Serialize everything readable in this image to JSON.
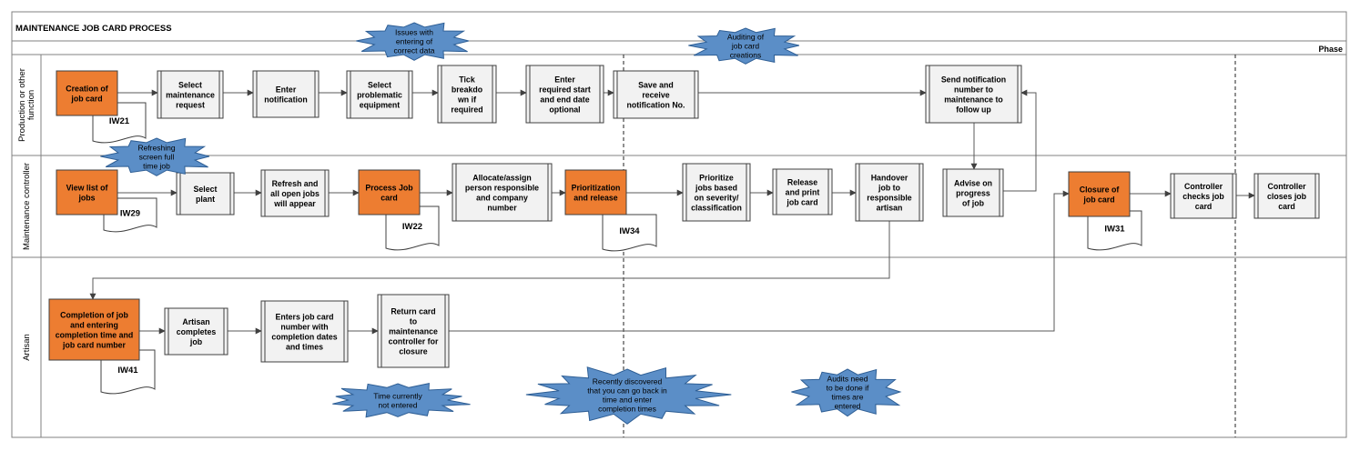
{
  "title": "MAINTENANCE JOB CARD PROCESS",
  "phase_label": "Phase",
  "lanes": [
    {
      "id": "prod",
      "label": [
        "Production or other",
        "function"
      ]
    },
    {
      "id": "mc",
      "label": [
        "Maintenance controller"
      ]
    },
    {
      "id": "art",
      "label": [
        "Artisan"
      ]
    }
  ],
  "colors": {
    "process_fill": "#f2f2f2",
    "start_fill": "#ed7d31",
    "stroke": "#404040",
    "burst_fill": "#5b8ec7",
    "burst_stroke": "#2f5f95",
    "line": "#595959"
  },
  "steps": [
    {
      "id": "creation-of-job-card",
      "type": "start",
      "lines": [
        "Creation of",
        "job card"
      ]
    },
    {
      "id": "select-maintenance-request",
      "type": "process",
      "lines": [
        "Select",
        "maintenance",
        "request"
      ]
    },
    {
      "id": "enter-notification",
      "type": "process",
      "lines": [
        "Enter",
        "notification"
      ]
    },
    {
      "id": "select-problematic-equipment",
      "type": "process",
      "lines": [
        "Select",
        "problematic",
        "equipment"
      ]
    },
    {
      "id": "tick-breakdown",
      "type": "process",
      "lines": [
        "Tick",
        "breakdo",
        "wn if",
        "required"
      ]
    },
    {
      "id": "enter-start-end-date",
      "type": "process",
      "lines": [
        "Enter",
        "required start",
        "and end date",
        "optional"
      ]
    },
    {
      "id": "save-and-receive",
      "type": "process",
      "lines": [
        "Save and",
        "receive",
        "notification No."
      ]
    },
    {
      "id": "send-notification",
      "type": "process",
      "lines": [
        "Send notification",
        "number to",
        "maintenance to",
        "follow up"
      ]
    },
    {
      "id": "view-list-of-jobs",
      "type": "start",
      "lines": [
        "View list of",
        "jobs"
      ]
    },
    {
      "id": "select-plant",
      "type": "process",
      "lines": [
        "Select",
        "plant"
      ]
    },
    {
      "id": "refresh-open-jobs",
      "type": "process",
      "lines": [
        "Refresh and",
        "all open jobs",
        "will appear"
      ]
    },
    {
      "id": "process-job-card",
      "type": "start",
      "lines": [
        "Process Job",
        "card"
      ]
    },
    {
      "id": "allocate-assign",
      "type": "process",
      "lines": [
        "Allocate/assign",
        "person responsible",
        "and company",
        "number"
      ]
    },
    {
      "id": "prioritization-and-release",
      "type": "start",
      "lines": [
        "Prioritization",
        "and release"
      ]
    },
    {
      "id": "prioritize-jobs",
      "type": "process",
      "lines": [
        "Prioritize",
        "jobs based",
        "on severity/",
        "classification"
      ]
    },
    {
      "id": "release-and-print",
      "type": "process",
      "lines": [
        "Release",
        "and print",
        "job card"
      ]
    },
    {
      "id": "handover-job",
      "type": "process",
      "lines": [
        "Handover",
        "job to",
        "responsible",
        "artisan"
      ]
    },
    {
      "id": "advise-on-progress",
      "type": "process",
      "lines": [
        "Advise on",
        "progress",
        "of job"
      ]
    },
    {
      "id": "closure-of-job-card",
      "type": "start",
      "lines": [
        "Closure of",
        "job card"
      ]
    },
    {
      "id": "controller-checks",
      "type": "process",
      "lines": [
        "Controller",
        "checks job",
        "card"
      ]
    },
    {
      "id": "controller-closes",
      "type": "process",
      "lines": [
        "Controller",
        "closes job",
        "card"
      ]
    },
    {
      "id": "completion-of-job",
      "type": "start",
      "lines": [
        "Completion of job",
        "and entering",
        "completion time and",
        "job card number"
      ]
    },
    {
      "id": "artisan-completes",
      "type": "process",
      "lines": [
        "Artisan",
        "completes",
        "job"
      ]
    },
    {
      "id": "enters-job-card-number",
      "type": "process",
      "lines": [
        "Enters job card",
        "number with",
        "completion dates",
        "and times"
      ]
    },
    {
      "id": "return-card",
      "type": "process",
      "lines": [
        "Return card",
        "to",
        "maintenance",
        "controller for",
        "closure"
      ]
    }
  ],
  "documents": [
    {
      "id": "IW21",
      "label": "IW21"
    },
    {
      "id": "IW29",
      "label": "IW29"
    },
    {
      "id": "IW22",
      "label": "IW22"
    },
    {
      "id": "IW34",
      "label": "IW34"
    },
    {
      "id": "IW31",
      "label": "IW31"
    },
    {
      "id": "IW41",
      "label": "IW41"
    }
  ],
  "callouts": [
    {
      "id": "issues-with-data",
      "lines": [
        "Issues with",
        "entering of",
        "correct data"
      ]
    },
    {
      "id": "auditing-creations",
      "lines": [
        "Auditing of",
        "job card",
        "creations"
      ]
    },
    {
      "id": "refreshing-screen",
      "lines": [
        "Refreshing",
        "screen full",
        "time job"
      ]
    },
    {
      "id": "time-not-entered",
      "lines": [
        "Time currently",
        "not entered"
      ]
    },
    {
      "id": "recently-discovered",
      "lines": [
        "Recently discovered",
        "that you can go back in",
        "time and enter",
        "completion times"
      ]
    },
    {
      "id": "audits-needed",
      "lines": [
        "Audits need",
        "to be done if",
        "times are",
        "entered"
      ]
    }
  ]
}
